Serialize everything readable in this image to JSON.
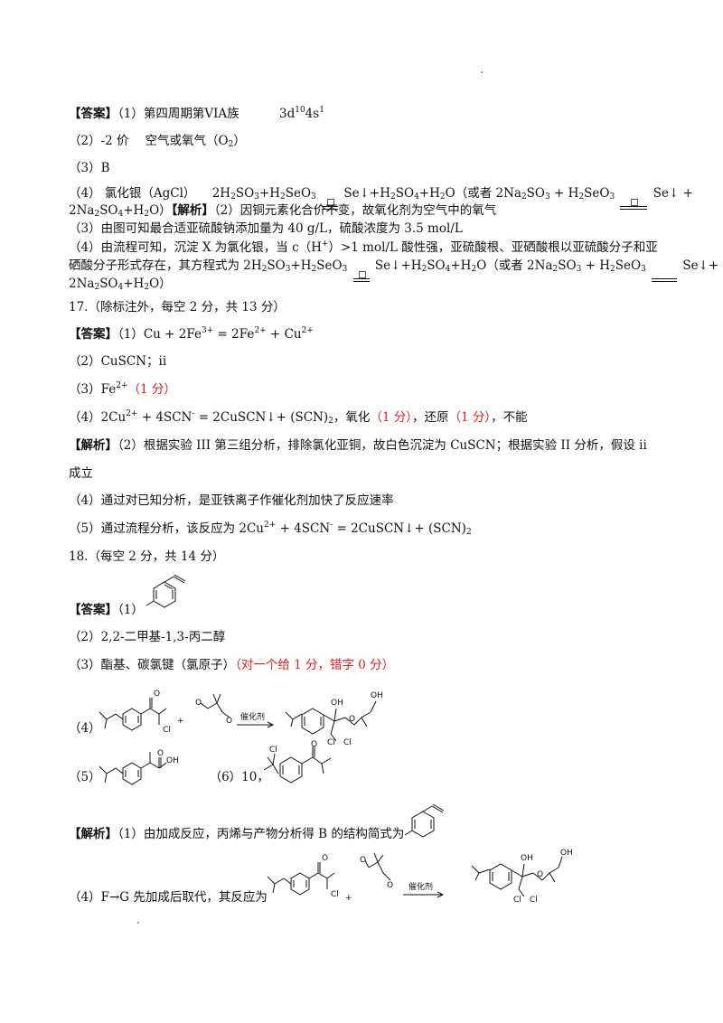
{
  "q16": {
    "ans_tag": "【答案】",
    "a1_num": "（1）",
    "a1_text": "第四周期第VIA族",
    "a1_config": "3d",
    "a1_s10": "10",
    "a1_4s": "4s",
    "a1_s1": "1",
    "a2_num": "（2）",
    "a2_text": "-2 价",
    "a2_text2": "空气或氧气（O",
    "a2_sub": "2",
    "a2_close": "）",
    "a3": "（3）B",
    "a4_prefix": "（4） 氯化银（AgCl）",
    "eq_a": "2H",
    "eq_b": "SO",
    "eq_c": "+H",
    "eq_d": "SeO",
    "eq_e": "Se↓+H",
    "eq_f": "SO",
    "eq_g": "+H",
    "eq_h": "O（或者 2Na",
    "eq_i": "SO",
    "eq_j": " + H",
    "eq_k": "SeO",
    "eq_l": "Se↓ +",
    "line5_a": "2Na",
    "line5_b": "SO",
    "line5_c": "+H",
    "line5_d": "O）",
    "jx_tag": "【解析】",
    "jx2": "（2）因铜元素化合价不变，故氧化剂为空气中的氧气",
    "jx3": "（3）由图可知最合适亚硫酸钠添加量为 40 g/L，硫酸浓度为 3.5 mol/L",
    "jx4_a": "（4）由流程可知，沉淀 X 为氯化银，当 c（H",
    "jx4_sup": "+",
    "jx4_b": "）>1 mol/L 酸性强，亚硫酸根、亚硒酸根以亚硫酸分子和亚",
    "jx4_c": "硒酸分子形式存在，其方程式为 2H",
    "jx4_d": "SO",
    "jx4_e": "+H",
    "jx4_f": "SeO",
    "jx4_g": "Se↓+H",
    "jx4_h": "SO",
    "jx4_i": "+H",
    "jx4_j": "O（或者 2Na",
    "jx4_k": "SO",
    "jx4_l": " + H",
    "jx4_m": "SeO",
    "jx4_n": "Se↓+",
    "jx4_o": "2Na",
    "jx4_p": "SO",
    "jx4_q": "+H",
    "jx4_r": "O）"
  },
  "q17": {
    "header": "17.（除标注外，每空 2 分，共 13 分）",
    "ans_tag": "【答案】",
    "a1": "（1）Cu + 2Fe",
    "a1_s1": "3+",
    "a1_b": " = 2Fe",
    "a1_s2": "2+",
    "a1_c": " + Cu",
    "a1_s3": "2+",
    "a2": "（2）CuSCN；ii",
    "a3": "（3）Fe",
    "a3_sup": "2+",
    "a3_score": "（1 分）",
    "a4_a": "（4）2Cu",
    "a4_s1": "2+",
    "a4_b": " + 4SCN",
    "a4_s2": "-",
    "a4_c": " = 2CuSCN↓+ (SCN)",
    "a4_sub": "2",
    "a4_d": "，氧化",
    "a4_score1": "（1 分）",
    "a4_e": "，还原",
    "a4_score2": "（1 分）",
    "a4_f": "，不能",
    "jx_tag": "【解析】",
    "jx2": "（2）根据实验 III 第三组分析，排除氯化亚铜，故白色沉淀为 CuSCN；根据实验 II 分析，假设 ii",
    "jx2_cont": "成立",
    "jx4": "（4）通过对已知分析，是亚铁离子作催化剂加快了反应速率",
    "jx5_a": "（5）通过流程分析，该反应为 2Cu",
    "jx5_s1": "2+",
    "jx5_b": " + 4SCN",
    "jx5_s2": "-",
    "jx5_c": " = 2CuSCN↓+ (SCN)",
    "jx5_sub": "2"
  },
  "q18": {
    "header": "18.（每空 2 分，共 14 分）",
    "ans_tag": "【答案】",
    "a1": "（1）",
    "a2": "（2）2,2-二甲基-1,3-丙二醇",
    "a3": "（3）酯基、碳氯键（氯原子）",
    "a3_note": "（对一个给 1 分，错字 0 分）",
    "a4": "（4）",
    "a4_catalyst": "催化剂",
    "a5": "（5）",
    "a6": "（6）10，",
    "jx_tag": "【解析】",
    "jx1": "（1）由加成反应，丙烯与产物分析得 B 的结构简式为",
    "jx4": "（4）F→G 先加成后取代，其反应为",
    "plus": "+",
    "atoms": {
      "O": "O",
      "OH": "OH",
      "Cl": "Cl"
    }
  },
  "colors": {
    "text": "#111111",
    "score": "#e02020"
  }
}
